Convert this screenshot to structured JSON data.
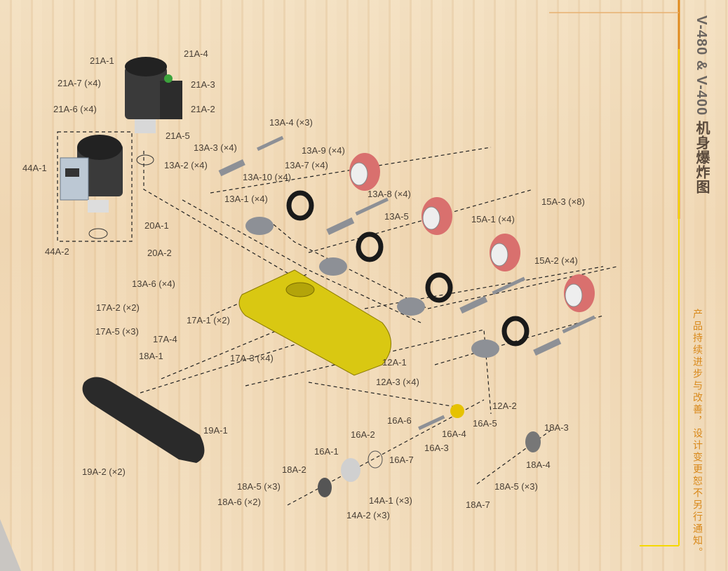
{
  "title": {
    "model": "V-480 & V-400",
    "chinese": "机身爆炸图"
  },
  "notice": "产品持续进步与改善，设计变更恕不另行通知。",
  "colors": {
    "accent_orange": "#e08a1e",
    "accent_yellow": "#f5d800",
    "body_yellow": "#d8c814",
    "wheel_red": "#d9706e"
  },
  "labels": [
    "21A-1",
    "21A-4",
    "21A-7 (×4)",
    "21A-3",
    "21A-6 (×4)",
    "21A-2",
    "21A-5",
    "13A-4 (×3)",
    "13A-3 (×4)",
    "13A-9 (×4)",
    "13A-2 (×4)",
    "13A-7 (×4)",
    "44A-1",
    "13A-10 (×4)",
    "13A-8 (×4)",
    "13A-1 (×4)",
    "15A-3 (×8)",
    "13A-5",
    "15A-1 (×4)",
    "20A-1",
    "44A-2",
    "20A-2",
    "15A-2 (×4)",
    "13A-6 (×4)",
    "17A-2 (×2)",
    "17A-1 (×2)",
    "17A-5 (×3)",
    "17A-4",
    "18A-1",
    "17A-3 (×4)",
    "12A-1",
    "12A-3 (×4)",
    "12A-2",
    "16A-6",
    "16A-5",
    "16A-4",
    "18A-3",
    "19A-1",
    "16A-2",
    "16A-3",
    "16A-1",
    "16A-7",
    "18A-4",
    "18A-2",
    "19A-2 (×2)",
    "18A-5 (×3)",
    "18A-5 (×3)",
    "14A-1 (×3)",
    "18A-6 (×2)",
    "18A-7",
    "14A-2 (×3)"
  ]
}
